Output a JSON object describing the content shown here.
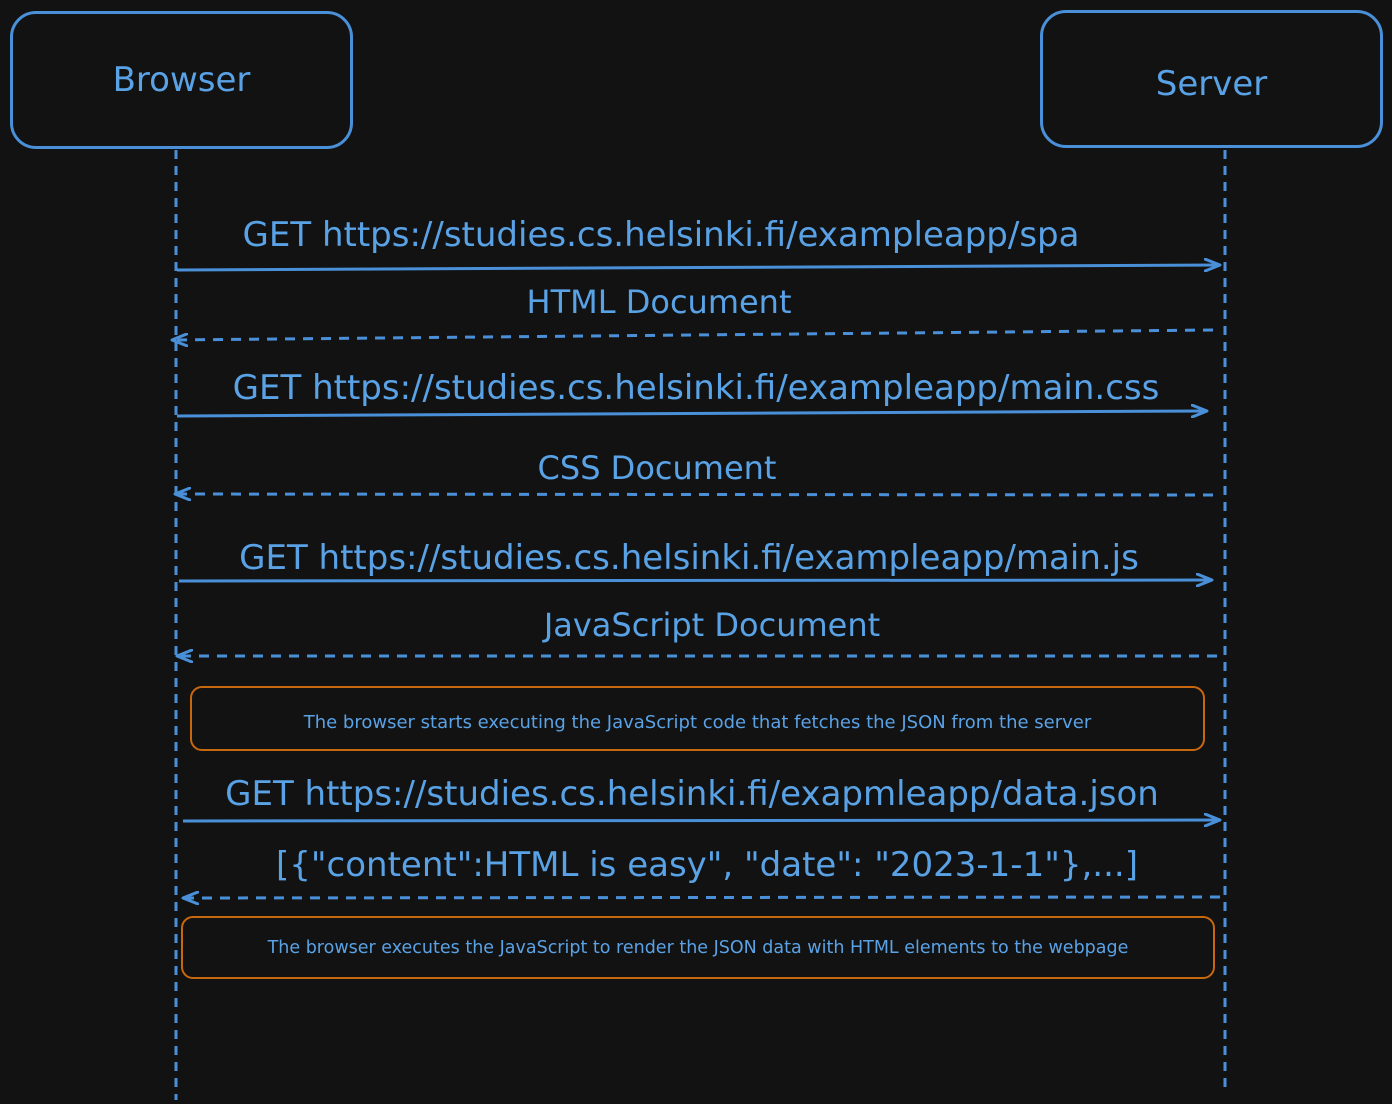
{
  "actors": {
    "browser": "Browser",
    "server": "Server"
  },
  "messages": [
    {
      "label": "GET https://studies.cs.helsinki.fi/exampleapp/spa",
      "from": "browser",
      "to": "server",
      "style": "solid"
    },
    {
      "label": "HTML Document",
      "from": "server",
      "to": "browser",
      "style": "dashed"
    },
    {
      "label": "GET https://studies.cs.helsinki.fi/exampleapp/main.css",
      "from": "browser",
      "to": "server",
      "style": "solid"
    },
    {
      "label": "CSS Document",
      "from": "server",
      "to": "browser",
      "style": "dashed"
    },
    {
      "label": "GET https://studies.cs.helsinki.fi/exampleapp/main.js",
      "from": "browser",
      "to": "server",
      "style": "solid"
    },
    {
      "label": "JavaScript Document",
      "from": "server",
      "to": "browser",
      "style": "dashed"
    },
    {
      "label": "GET https://studies.cs.helsinki.fi/exapmleapp/data.json",
      "from": "browser",
      "to": "server",
      "style": "solid"
    },
    {
      "label": "[{\"content\":HTML is easy\", \"date\": \"2023-1-1\"},...]",
      "from": "server",
      "to": "browser",
      "style": "dashed"
    }
  ],
  "notes": [
    "The browser starts executing the JavaScript code that fetches the JSON from the server",
    "The browser executes the JavaScript to render the JSON data with HTML elements to the webpage"
  ],
  "colors": {
    "background": "#121212",
    "line": "#4a90d9",
    "text": "#5aa2e6",
    "note_border": "#c8680e"
  }
}
